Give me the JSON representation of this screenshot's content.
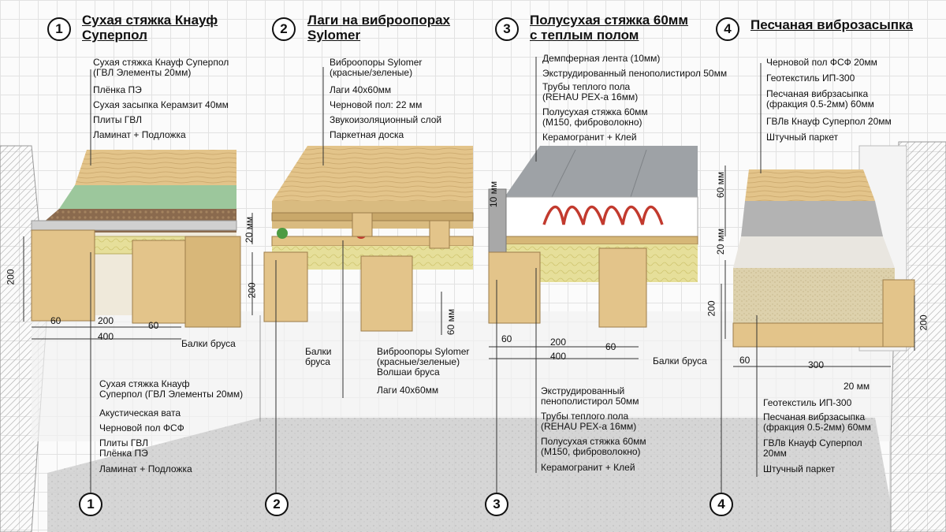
{
  "columns": [
    {
      "num": "1",
      "title": "Сухая стяжка Кнауф\nСуперпол"
    },
    {
      "num": "2",
      "title": "Лаги на виброопорах\nSylomer"
    },
    {
      "num": "3",
      "title": "Полусухая стяжка 60мм\nс теплым полом"
    },
    {
      "num": "4",
      "title": "Песчаная виброзасыпка"
    }
  ],
  "top_labels": {
    "c1": [
      "Сухая стяжка Кнауф Суперпол\n(ГВЛ Элементы 20мм)",
      "Плёнка ПЭ",
      "Сухая засыпка Керамзит 40мм",
      "Плиты ГВЛ",
      "Ламинат + Подложка"
    ],
    "c2": [
      "Виброопоры Sylomer\n(красные/зеленые)",
      "Лаги 40х60мм",
      "Черновой пол: 22 мм",
      "Звукоизоляционный слой",
      "Паркетная доска"
    ],
    "c3": [
      "Демпферная лента (10мм)",
      "Экструдированный пенополистирол 50мм",
      "Трубы теплого пола\n(REHAU PEX-a 16мм)",
      "Полусухая стяжка 60мм\n(М150, фиброволокно)",
      "Керамогранит + Клей"
    ],
    "c4": [
      "Черновой пол ФСФ 20мм",
      "Геотекстиль ИП-300",
      "Песчаная вибрзасыпка\n(фракция 0.5-2мм) 60мм",
      "ГВЛв Кнауф Суперпол 20мм",
      "Штучный паркет"
    ]
  },
  "bottom_labels": {
    "c1": [
      "Сухая стяжка Кнауф\nСуперпол  (ГВЛ Элементы 20мм)",
      "Акустическая вата",
      "Черновой пол ФСФ",
      "Плиты ГВЛ\nПлёнка ПЭ",
      "Ламинат + Подложка"
    ],
    "c2": [
      "Виброопоры Sylomer\n(красные/зеленые)\nВолшаи бруса",
      "Лаги 40х60мм"
    ],
    "c3": [
      "Экструдированный\nпенополистирол 50мм",
      "Трубы теплого пола\n(REHAU PEX-a 16мм)",
      "Полусухая стяжка 60мм\n(М150, фиброволокно)",
      "Керамогранит + Клей"
    ],
    "c4": [
      "Геотекстиль ИП-300",
      "Песчаная вибрзасыпка\n(фракция 0.5-2мм) 60мм",
      "ГВЛв Кнауф Суперпол\n20мм",
      "Штучный паркет"
    ]
  },
  "beam_labels": {
    "c1": "Балки бруса",
    "c2": "Балки\nбруса",
    "c3": "Балки бруса"
  },
  "dims": {
    "d1_200h": "200",
    "d1_60": "60",
    "d1_200": "200",
    "d1_60b": "60",
    "d1_400": "400",
    "d2_20mm": "20  мм",
    "d2_200": "200",
    "d2_60mm": "60 мм",
    "d3_10mm": "10 мм",
    "d3_60": "60",
    "d3_200": "200",
    "d3_60b": "60",
    "d3_400": "400",
    "d4_60mm": "60 мм",
    "d4_20mm": "20 мм",
    "d4_200": "200",
    "d4_60": "60",
    "d4_300": "300",
    "d4_20mmb": "20 мм",
    "d4_200r": "200"
  },
  "colors": {
    "wood": "#e3c48a",
    "wood_dark": "#b89256",
    "insulation": "#e6df9a",
    "green": "#8dbd8d",
    "gvl": "#cfcfcf",
    "keramzit": "#8a6a4e",
    "tile": "#9ea2a6",
    "screed": "#b9b9b9",
    "pipe": "#c23a2e",
    "sand": "#ddd1ac",
    "wall": "#f4f4f4",
    "floor": "#c9c9c9"
  }
}
